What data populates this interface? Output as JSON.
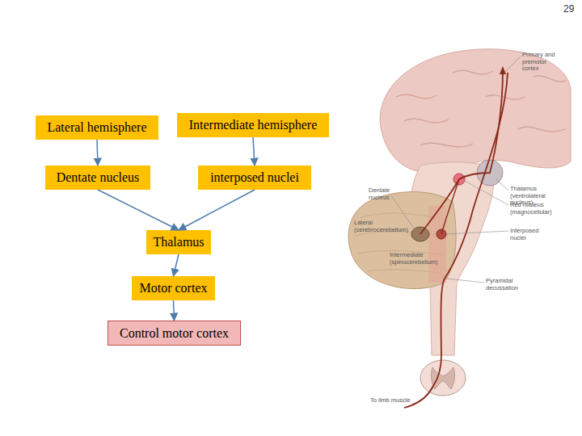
{
  "diagram": {
    "nodes": [
      {
        "text": [
          "Lateral hemisphere"
        ]
      },
      {
        "text": [
          "Intermediate hemisphere"
        ]
      },
      {
        "text": [
          "Dentate nucleus"
        ]
      },
      {
        "text": [
          "interposed nuclei"
        ]
      },
      {
        "text": [
          "Thalamus"
        ]
      },
      {
        "text": [
          "Motor cortex"
        ]
      },
      {
        "text": [
          "Control motor cortex"
        ]
      }
    ],
    "edges": [
      {
        "from": 0,
        "to": 2,
        "arrow": "to"
      },
      {
        "from": 1,
        "to": 3,
        "arrow": "to"
      },
      {
        "from": 2,
        "to": 4,
        "arrow": "to"
      },
      {
        "from": 3,
        "to": 4,
        "arrow": "to"
      },
      {
        "from": 4,
        "to": 5,
        "arrow": "to"
      },
      {
        "from": 5,
        "to": 6,
        "arrow": "to"
      }
    ],
    "labels": [
      "29",
      "Primary and premotor cortex",
      "Thalamus (ventrolateral nucleus)",
      "Dentate nucleus",
      "Red nucleus (magnocellular)",
      "Lateral (cerebrocerebellum)",
      "Interposed nuclei",
      "Intermediate (spinocerebellum)",
      "Pyramidal decussation",
      "To limb muscle"
    ]
  }
}
